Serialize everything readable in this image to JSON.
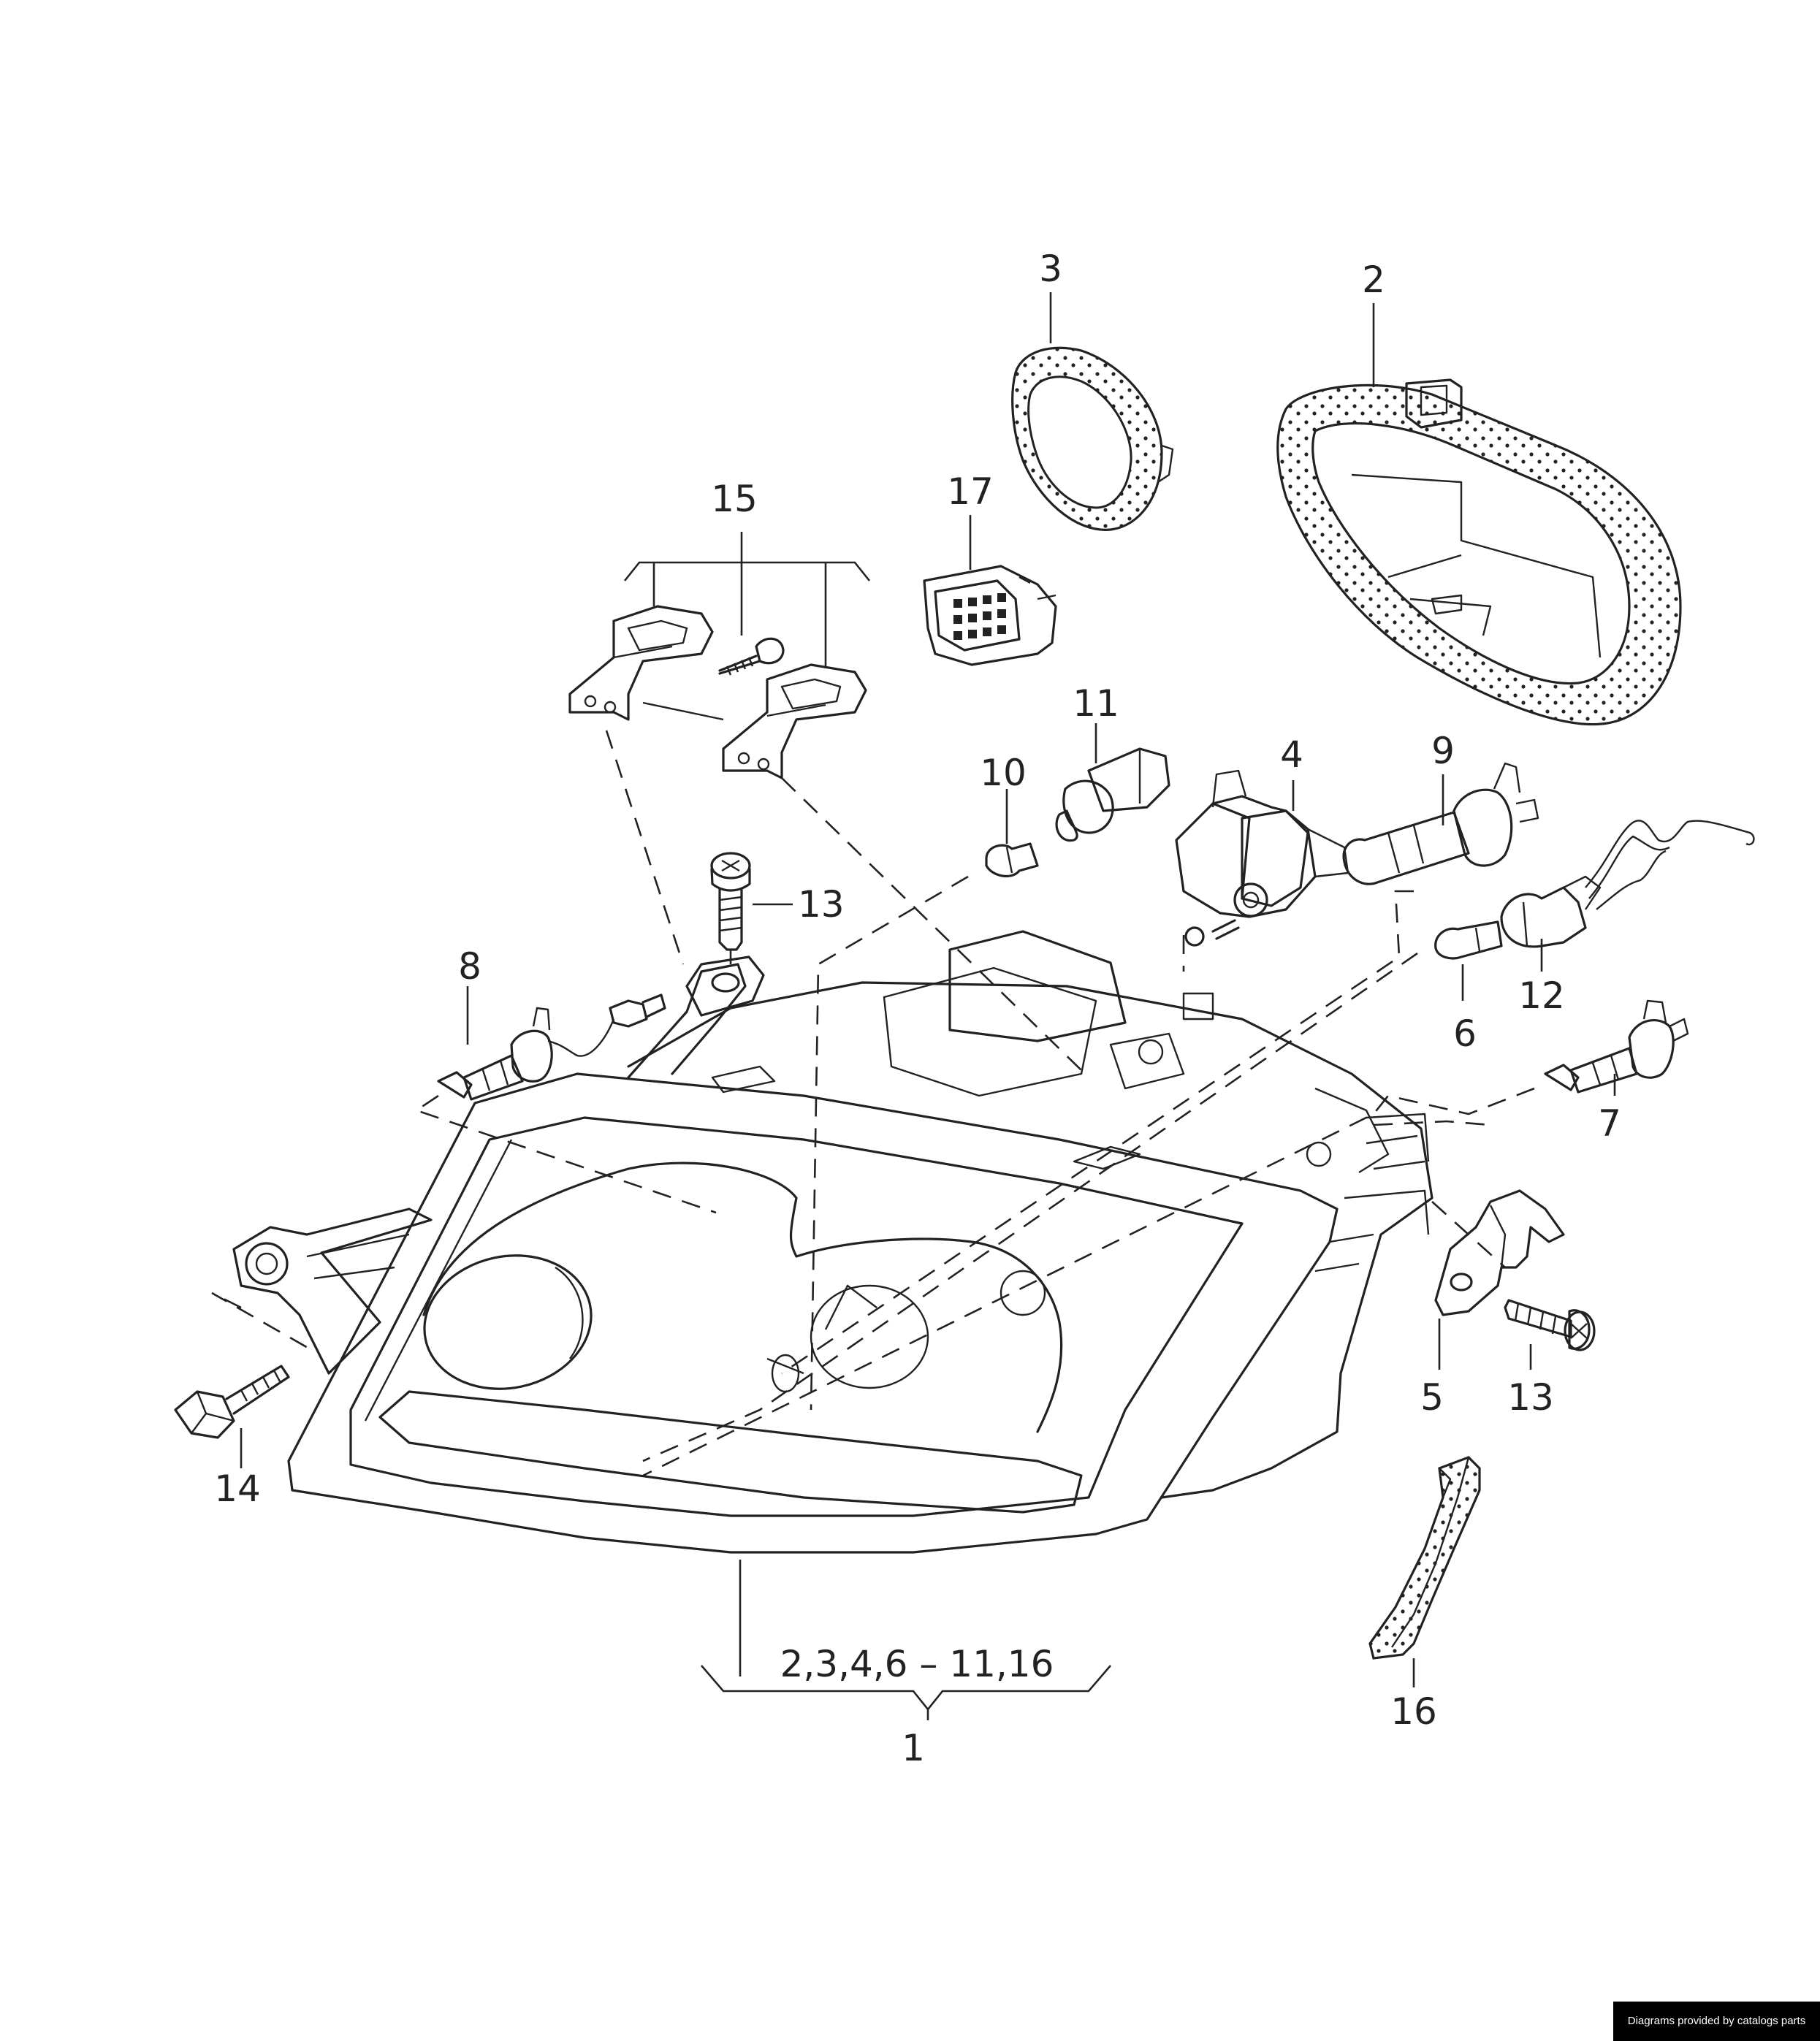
{
  "callouts": {
    "c1": "1",
    "c2": "2",
    "c3": "3",
    "c4": "4",
    "c5": "5",
    "c6": "6",
    "c7": "7",
    "c8": "8",
    "c9": "9",
    "c10": "10",
    "c11": "11",
    "c12": "12",
    "c13a": "13",
    "c13b": "13",
    "c14": "14",
    "c15": "15",
    "c16": "16",
    "c17": "17",
    "assembly_group": "2,3,4,6 – 11,16"
  },
  "footer": {
    "credit": "Diagrams provided by catalogs parts"
  }
}
